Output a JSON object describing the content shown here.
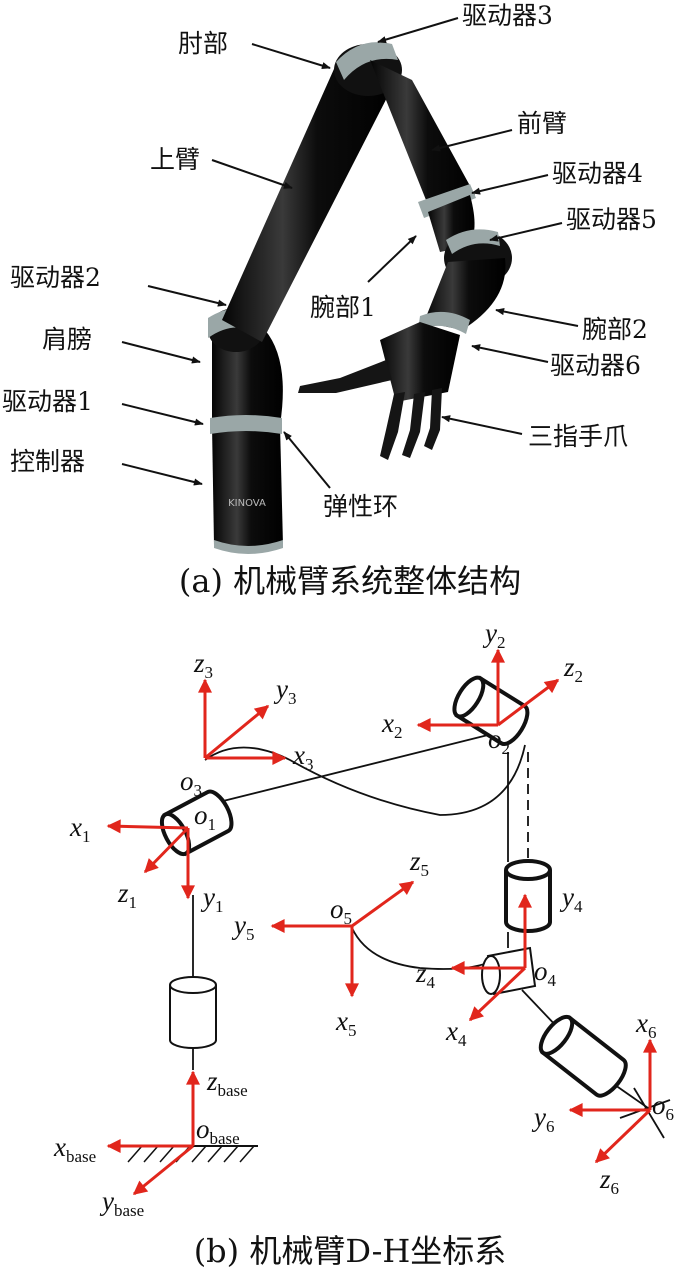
{
  "part_a": {
    "caption": "(a) 机械臂系统整体结构",
    "labels": {
      "elbow": "肘部",
      "actuator3": "驱动器3",
      "forearm": "前臂",
      "upper_arm": "上臂",
      "actuator4": "驱动器4",
      "actuator5": "驱动器5",
      "actuator2": "驱动器2",
      "wrist1": "腕部1",
      "wrist2": "腕部2",
      "shoulder": "肩膀",
      "actuator6": "驱动器6",
      "actuator1": "驱动器1",
      "gripper": "三指手爪",
      "controller": "控制器",
      "elastic_ring": "弹性环"
    },
    "brand": "KINOVA"
  },
  "part_b": {
    "caption": "(b) 机械臂D-H坐标系",
    "frames": {
      "base": {
        "origin": "o",
        "origin_sub": "base",
        "x": "x",
        "x_sub": "base",
        "y": "y",
        "y_sub": "base",
        "z": "z",
        "z_sub": "base"
      },
      "f1": {
        "origin": "o",
        "origin_sub": "1",
        "x": "x",
        "x_sub": "1",
        "y": "y",
        "y_sub": "1",
        "z": "z",
        "z_sub": "1"
      },
      "f2": {
        "origin": "o",
        "origin_sub": "2",
        "x": "x",
        "x_sub": "2",
        "y": "y",
        "y_sub": "2",
        "z": "z",
        "z_sub": "2"
      },
      "f3": {
        "origin": "o",
        "origin_sub": "3",
        "x": "x",
        "x_sub": "3",
        "y": "y",
        "y_sub": "3",
        "z": "z",
        "z_sub": "3"
      },
      "f4": {
        "origin": "o",
        "origin_sub": "4",
        "x": "x",
        "x_sub": "4",
        "y": "y",
        "y_sub": "4",
        "z": "z",
        "z_sub": "4"
      },
      "f5": {
        "origin": "o",
        "origin_sub": "5",
        "x": "x",
        "x_sub": "5",
        "y": "y",
        "y_sub": "5",
        "z": "z",
        "z_sub": "5"
      },
      "f6": {
        "origin": "o",
        "origin_sub": "6",
        "x": "x",
        "x_sub": "6",
        "y": "y",
        "y_sub": "6",
        "z": "z",
        "z_sub": "6"
      }
    }
  },
  "colors": {
    "axis": "#e1261c",
    "ink": "#111111",
    "ring": "#9aa7a7"
  }
}
